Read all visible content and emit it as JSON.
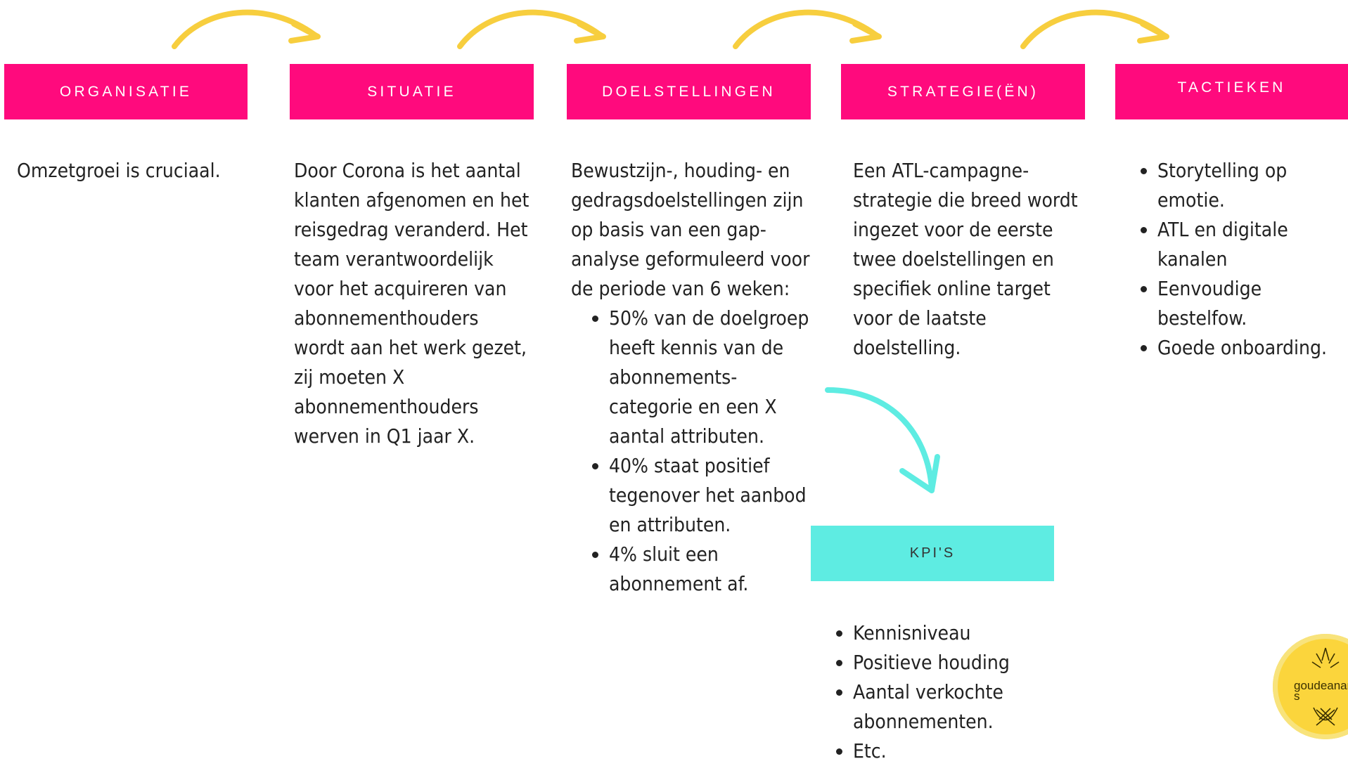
{
  "colors": {
    "pink": "#ff0a7d",
    "cyan": "#5eece2",
    "arrow_yellow": "#f7ce3e",
    "arrow_cyan": "#5eece2"
  },
  "boxes": {
    "organisatie": "ORGANISATIE",
    "situatie": "SITUATIE",
    "doelstellingen": "DOELSTELLINGEN",
    "strategie": "STRATEGIE(ËN)",
    "tactieken": "TACTIEKEN",
    "kpis": "KPI'S"
  },
  "organisatie_text": "Omzetgroei is cruciaal.",
  "situatie_text": "Door Corona is het aantal klanten afgenomen en het reisgedrag veranderd. Het team verantwoordelijk voor het acquireren van abonnementhouders wordt aan het werk gezet, zij moeten X abonnementhouders werven in Q1 jaar X.",
  "doelstellingen": {
    "intro": "Bewustzijn-, houding- en gedragsdoelstellingen zijn op basis van een gap-analyse geformuleerd voor de periode van 6 weken:",
    "items": [
      "50% van de doelgroep heeft kennis van de abonnements-categorie en een X aantal attributen.",
      "40% staat positief tegenover het aanbod en attributen.",
      "4% sluit een abonnement af."
    ]
  },
  "strategie_text": "Een ATL-campagne-strategie die breed wordt ingezet voor de eerste twee doelstellingen en specifiek online target voor de laatste doelstelling.",
  "tactieken_items": [
    "Storytelling op emotie.",
    "ATL en digitale kanalen",
    "Eenvoudige bestelfow.",
    "Goede onboarding."
  ],
  "kpi_items": [
    "Kennisniveau",
    "Positieve houding",
    "Aantal verkochte abonnementen.",
    "Etc."
  ],
  "logo": {
    "icon": "pineapple-icon",
    "text": "goudeananas"
  }
}
